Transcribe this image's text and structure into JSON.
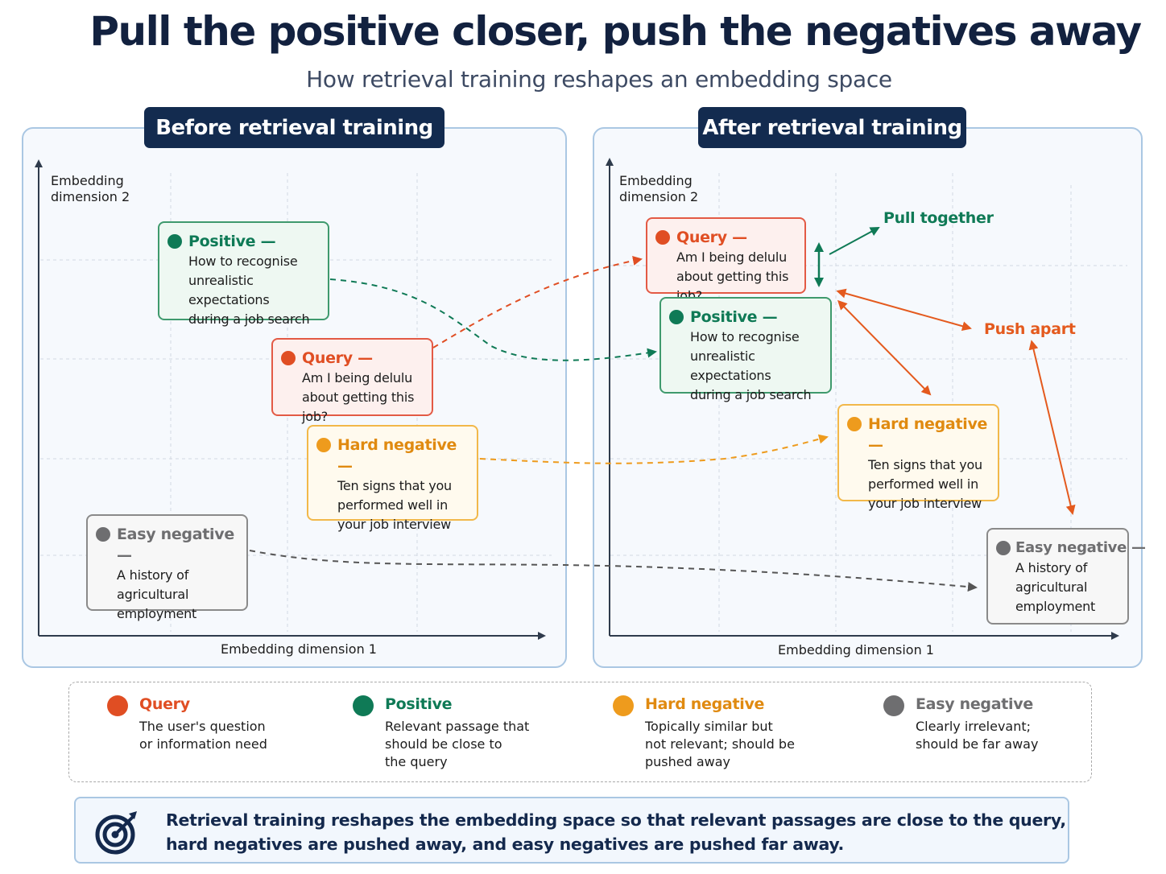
{
  "title": "Pull the positive closer, push the negatives away",
  "subtitle": "How retrieval training reshapes an embedding space",
  "panels": {
    "before": {
      "header": "Before retrieval training",
      "y_axis": [
        "Embedding",
        "dimension 2"
      ],
      "x_axis": "Embedding dimension 1"
    },
    "after": {
      "header": "After retrieval training",
      "y_axis": [
        "Embedding",
        "dimension 2"
      ],
      "x_axis": "Embedding dimension 1",
      "pull_label": "Pull together",
      "push_label": "Push apart"
    }
  },
  "cards": {
    "positive": {
      "title": "Positive —",
      "lines": [
        "How to recognise",
        "unrealistic expectations",
        "during a job search"
      ]
    },
    "query": {
      "title": "Query —",
      "lines": [
        "Am I being delulu",
        "about getting this job?"
      ]
    },
    "hard": {
      "title": "Hard negative —",
      "lines": [
        "Ten signs that you",
        "performed well in",
        "your job interview"
      ]
    },
    "easy": {
      "title": "Easy negative —",
      "lines": [
        "A history of",
        "agricultural",
        "employment"
      ]
    }
  },
  "legend": [
    {
      "title": "Query",
      "lines": [
        "The user's question",
        "or information need"
      ],
      "color": "#e04e23"
    },
    {
      "title": "Positive",
      "lines": [
        "Relevant passage that",
        "should be close to",
        "the query"
      ],
      "color": "#0f7a56"
    },
    {
      "title": "Hard negative",
      "lines": [
        "Topically similar but",
        "not relevant; should be",
        "pushed away"
      ],
      "color": "#ee9b1d"
    },
    {
      "title": "Easy negative",
      "lines": [
        "Clearly irrelevant;",
        "should be far away"
      ],
      "color": "#6e6e70"
    }
  ],
  "summary": {
    "lines": [
      "Retrieval training reshapes the embedding space so that relevant passages are close to the query,",
      "hard negatives are pushed away, and easy negatives are pushed far away."
    ],
    "icon": "target-icon"
  },
  "colors": {
    "query": "#e04e23",
    "positive": "#0f7a56",
    "hard_negative": "#ee9b1d",
    "easy_negative": "#6e6e70",
    "header_bg": "#132b4f"
  }
}
